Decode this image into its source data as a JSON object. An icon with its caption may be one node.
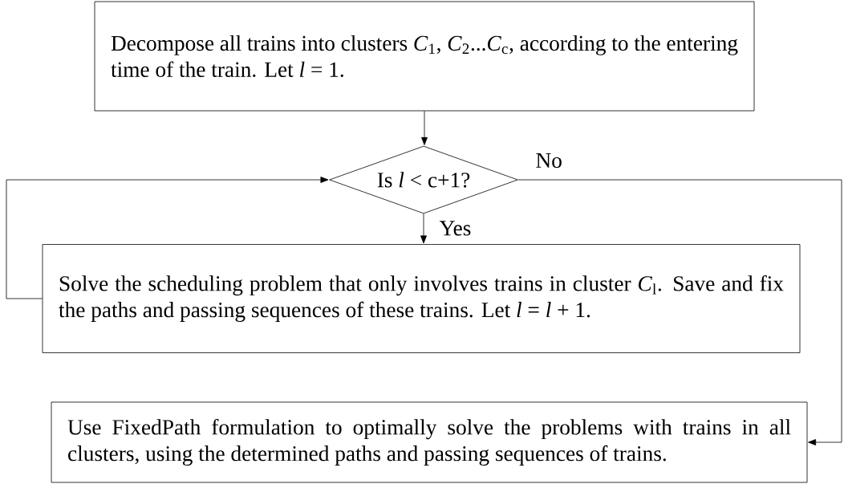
{
  "diagram": {
    "nodes": [
      {
        "text": [
          "Decompose all trains into clusters *C*$_{1}$, *C*$_{2}$...*C*$_{c}$, according to the entering time of the train. Let *l* = 1."
        ]
      },
      {
        "text": [
          "Is *l* < c+1?"
        ]
      },
      {
        "text": [
          "Solve the scheduling problem that only involves trains in cluster *C*$_{l}$. Save and fix the paths and passing sequences of these trains. Let *l* = *l* + 1."
        ]
      },
      {
        "text": [
          "Use FixedPath formulation to optimally solve the problems with trains in all clusters, using the determined paths and passing sequences of trains."
        ]
      }
    ],
    "edges": [
      {
        "from": 0,
        "to": 1,
        "arrow": "to"
      },
      {
        "from": 1,
        "to": 2,
        "arrow": "to",
        "label": "Yes"
      },
      {
        "from": 2,
        "to": 1,
        "arrow": "to"
      },
      {
        "from": 1,
        "to": 3,
        "arrow": "to",
        "label": "No"
      }
    ]
  }
}
